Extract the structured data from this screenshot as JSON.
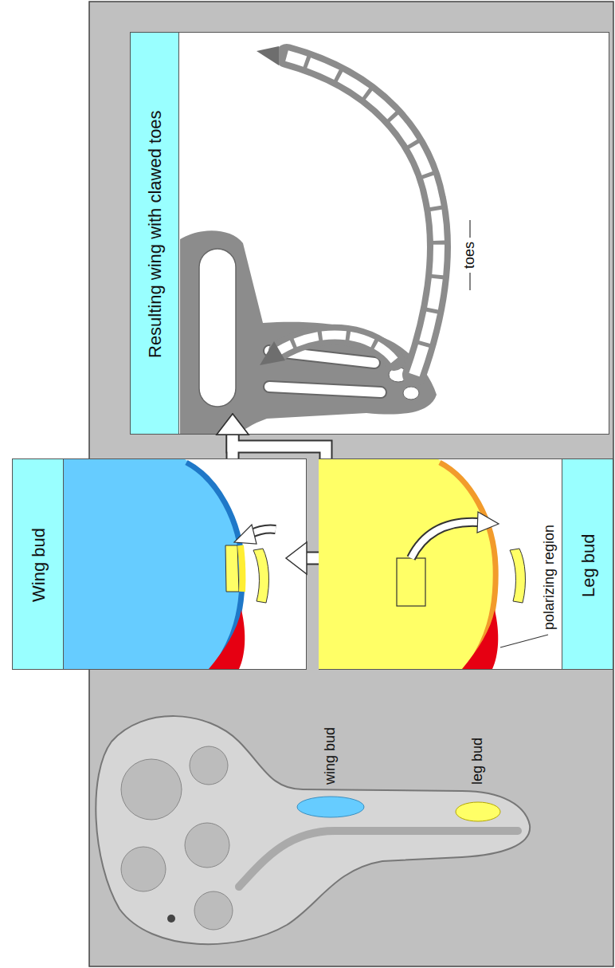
{
  "diagram": {
    "nodes": [
      {
        "text": [
          "Wing bud"
        ]
      },
      {
        "text": [
          "Leg bud"
        ]
      },
      {
        "text": [
          "Resulting wing with clawed toes"
        ]
      }
    ],
    "edges": [
      {
        "from": 1,
        "to": 0,
        "arrow": "to"
      },
      {
        "from": 0,
        "to": 2,
        "arrow": "to"
      },
      {
        "from": 1,
        "to": 2,
        "arrow": "to"
      }
    ],
    "labels": [
      "wing bud",
      "leg bud",
      "polarizing region",
      "toes"
    ]
  }
}
